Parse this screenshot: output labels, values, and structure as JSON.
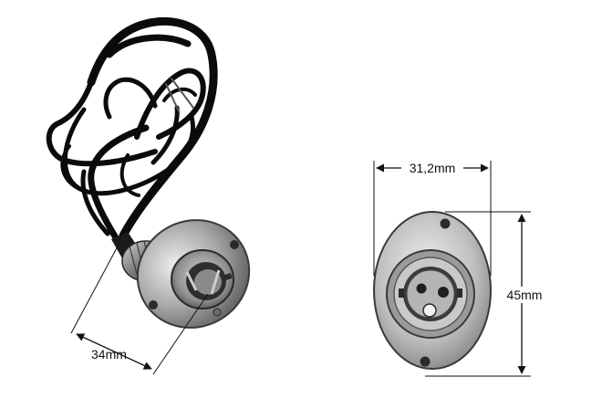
{
  "labels": {
    "diameter": "34mm",
    "width": "31,2mm",
    "height": "45mm"
  },
  "colors": {
    "background": "#ffffff",
    "cable": "#0b0b0b",
    "metal_dark": "#6f6f6f",
    "metal_mid": "#a9a9a9",
    "metal_light": "#dcdcdc",
    "dimension_line": "#111111"
  }
}
